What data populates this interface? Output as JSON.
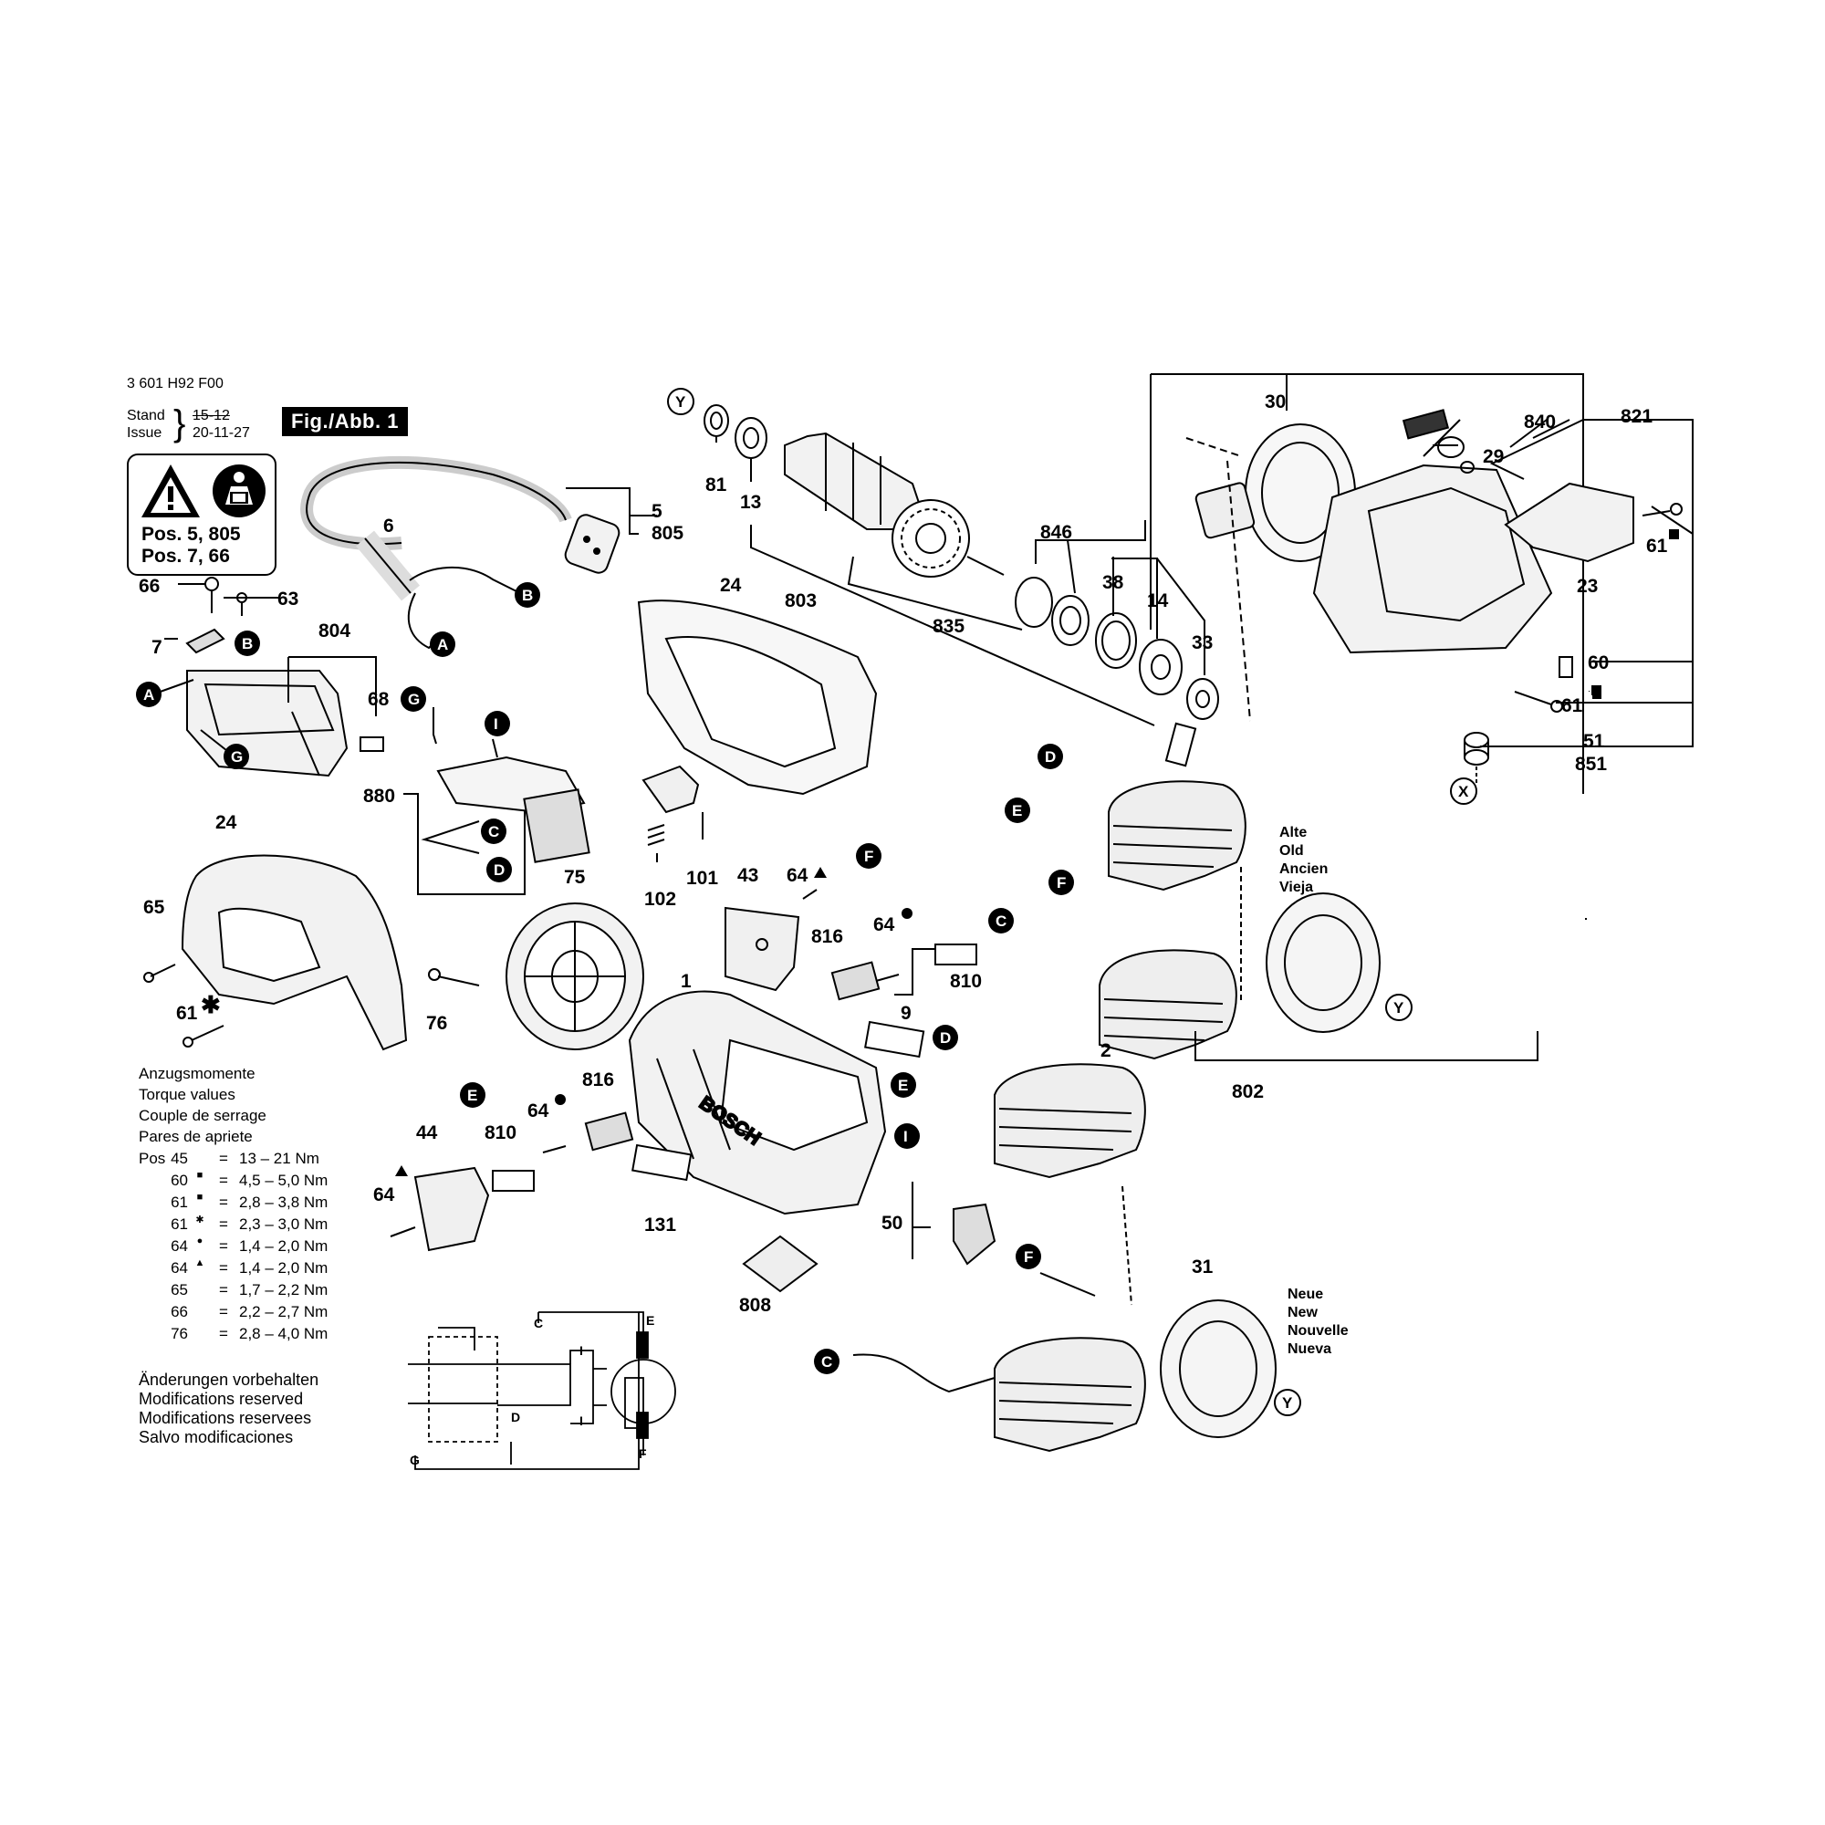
{
  "header": {
    "doc_number": "3 601 H92 F00",
    "stand_label": "Stand",
    "issue_label": "Issue",
    "old_date": "15-12",
    "new_date": "20-11-27",
    "figure_label": "Fig./Abb. 1"
  },
  "warning": {
    "line1": "Pos. 5, 805",
    "line2": "Pos. 7, 66"
  },
  "torque": {
    "heading_de": "Anzugsmomente",
    "heading_en": "Torque values",
    "heading_fr": "Couple de serrage",
    "heading_es": "Pares de apriete",
    "pos_label": "Pos",
    "rows": [
      {
        "pos": "45",
        "sym": "",
        "eq": "=",
        "val": "13  – 21 Nm"
      },
      {
        "pos": "60",
        "sym": "■",
        "eq": "=",
        "val": "4,5 – 5,0 Nm"
      },
      {
        "pos": "61",
        "sym": "■",
        "eq": "=",
        "val": "2,8 – 3,8 Nm"
      },
      {
        "pos": "61",
        "sym": "✱",
        "eq": "=",
        "val": "2,3 – 3,0 Nm"
      },
      {
        "pos": "64",
        "sym": "●",
        "eq": "=",
        "val": "1,4 – 2,0 Nm"
      },
      {
        "pos": "64",
        "sym": "▲",
        "eq": "=",
        "val": "1,4 – 2,0 Nm"
      },
      {
        "pos": "65",
        "sym": "",
        "eq": "=",
        "val": "1,7 – 2,2 Nm"
      },
      {
        "pos": "66",
        "sym": "",
        "eq": "=",
        "val": "2,2 – 2,7 Nm"
      },
      {
        "pos": "76",
        "sym": "",
        "eq": "=",
        "val": "2,8 – 4,0 Nm"
      }
    ]
  },
  "modifications": {
    "de": "Änderungen vorbehalten",
    "en": "Modifications reserved",
    "fr": "Modifications reservees",
    "es": "Salvo modificaciones"
  },
  "variants": {
    "old": [
      "Alte",
      "Old",
      "Ancien",
      "Vieja"
    ],
    "new": [
      "Neue",
      "New",
      "Nouvelle",
      "Nueva"
    ]
  },
  "part_labels": {
    "p81": "81",
    "p13": "13",
    "p803": "803",
    "p835": "835",
    "p846": "846",
    "p38": "38",
    "p14": "14",
    "p33": "33",
    "p30": "30",
    "p840": "840",
    "p29": "29",
    "p821": "821",
    "p23": "23",
    "p61a": "61",
    "p60": "60",
    "p61b": "61",
    "p51": "51",
    "p851": "851",
    "p5": "5",
    "p805": "805",
    "p6": "6",
    "p66": "66",
    "p63": "63",
    "p804": "804",
    "p7": "7",
    "p68": "68",
    "p880": "880",
    "p24a": "24",
    "p24b": "24",
    "p101": "101",
    "p102": "102",
    "p65": "65",
    "p61c": "61",
    "p75": "75",
    "p76": "76",
    "p43": "43",
    "p64a": "64",
    "p816a": "816",
    "p64b": "64",
    "p810a": "810",
    "p1": "1",
    "p9": "9",
    "p131": "131",
    "p44": "44",
    "p64c": "64",
    "p810b": "810",
    "p64d": "64",
    "p816b": "816",
    "p2": "2",
    "p802": "802",
    "p50": "50",
    "p808": "808",
    "p31": "31"
  },
  "callouts": {
    "A": "A",
    "B": "B",
    "C": "C",
    "D": "D",
    "E": "E",
    "F": "F",
    "G": "G",
    "I": "I",
    "X": "X",
    "Y": "Y"
  },
  "housing_brand": "BOSCH",
  "circuit_labels": {
    "c": "C",
    "i1": "I",
    "i2": "I",
    "e": "E",
    "d": "D",
    "g": "G",
    "f": "F"
  }
}
